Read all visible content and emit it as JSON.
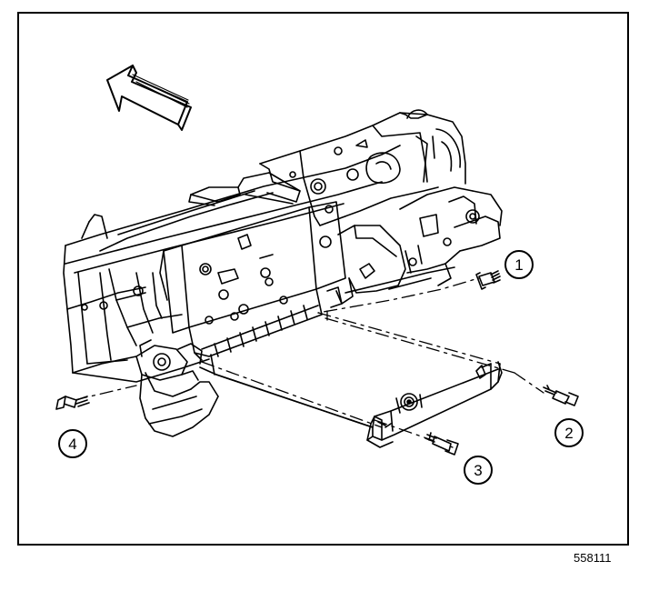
{
  "callouts": [
    {
      "label": "1",
      "part": "screw"
    },
    {
      "label": "2",
      "part": "screw"
    },
    {
      "label": "3",
      "part": "screw"
    },
    {
      "label": "4",
      "part": "screw"
    }
  ],
  "figure_id": "558111",
  "colors": {
    "ink": "#000000",
    "paper": "#ffffff"
  }
}
